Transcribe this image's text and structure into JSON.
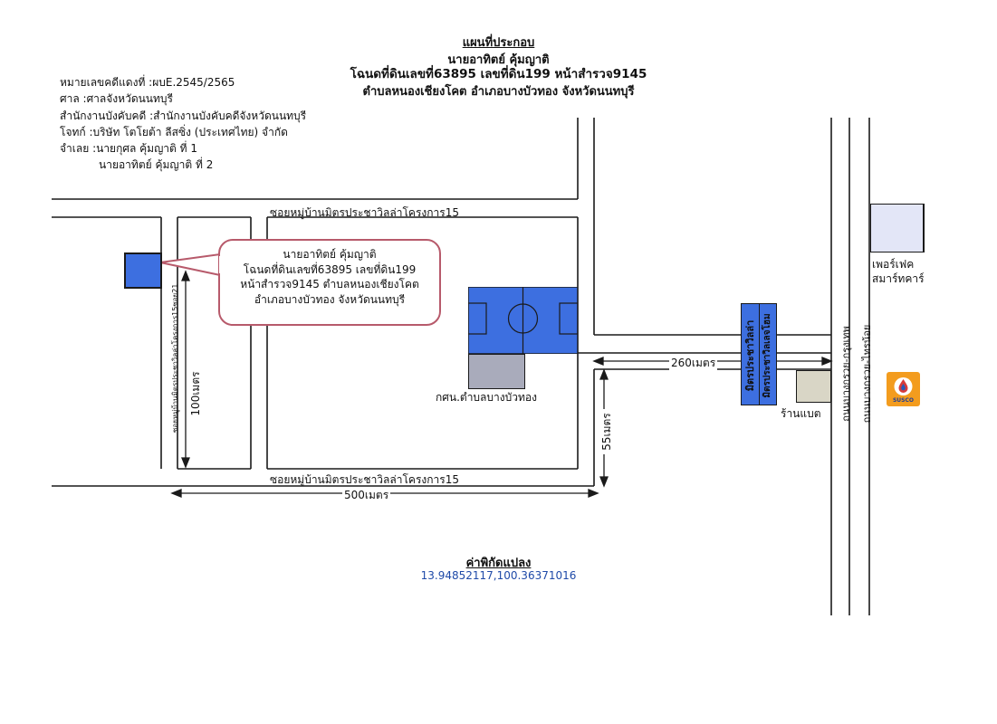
{
  "title": {
    "heading": "แผนที่ประกอบ",
    "owner": "นายอาทิตย์ คุ้มญาติ",
    "deed": "โฉนดที่ดินเลขที่63895 เลขที่ดิน199 หน้าสำรวจ9145",
    "location": "ตำบลหนองเชียงโคต อำเภอบางบัวทอง จังหวัดนนทบุรี"
  },
  "case_info": {
    "case_no": "หมายเลขคดีแดงที่ :ผบE.2545/2565",
    "court": "ศาล :ศาลจังหวัดนนทบุรี",
    "office": "สำนักงานบังคับคดี :สำนักงานบังคับคดีจังหวัดนนทบุรี",
    "plaintiff": "โจทก์ :บริษัท โตโยต้า ลีสซิ่ง (ประเทศไทย) จำกัด",
    "defendant1": "จำเลย :นายกุศล คุ้มญาติ ที่ 1",
    "defendant2": "นายอาทิตย์ คุ้มญาติ ที่ 2"
  },
  "callout": {
    "line1": "นายอาทิตย์ คุ้มญาติ",
    "line2": "โฉนดที่ดินเลขที่63895 เลขที่ดิน199",
    "line3": "หน้าสำรวจ9145 ตำบลหนองเชียงโคต",
    "line4": "อำเภอบางบัวทอง จังหวัดนนทบุรี"
  },
  "labels": {
    "soi_top": "ซอยหมู่บ้านมิตรประชาวิลล่าโครงการ15",
    "soi_bottom": "ซอยหมู่บ้านมิตรประชาวิลล่าโครงการ15",
    "soi21": "ซอยหมู่บ้านมิตรประชาวิลล่าโครงการ15ซอย21",
    "dist_100": "100เมตร",
    "dist_500": "500เมตร",
    "dist_260": "260เมตร",
    "dist_55": "55เมตร",
    "school": "กศน.ตำบลบางบัวทอง",
    "sign_a": "มิตรประชาวิลล่า",
    "sign_b": "มิตรประชาวิลเลจโฮม",
    "road_a": "ถนนบางกรวย-กรุงเทพ",
    "road_b": "ถนนบางกรวย-ไทรน้อย",
    "perfect_line1": "เพอร์เฟค",
    "perfect_line2": "สมาร์ทคาร์",
    "shop": "ร้านแบต",
    "susco": "SUSCO"
  },
  "coordinates": {
    "heading": "ค่าพิกัดแปลง",
    "value": "13.94852117,100.36371016"
  },
  "colors": {
    "plot_blue": "#3d6fe0",
    "field_blue": "#3d6fe0",
    "building_gray": "#a9abbb",
    "shop_beige": "#d9d6c6",
    "perfect_box": "#e3e6f7",
    "callout_border": "#b75a6b",
    "coord_value": "#1f4aa8",
    "susco_orange": "#f39c1e"
  }
}
